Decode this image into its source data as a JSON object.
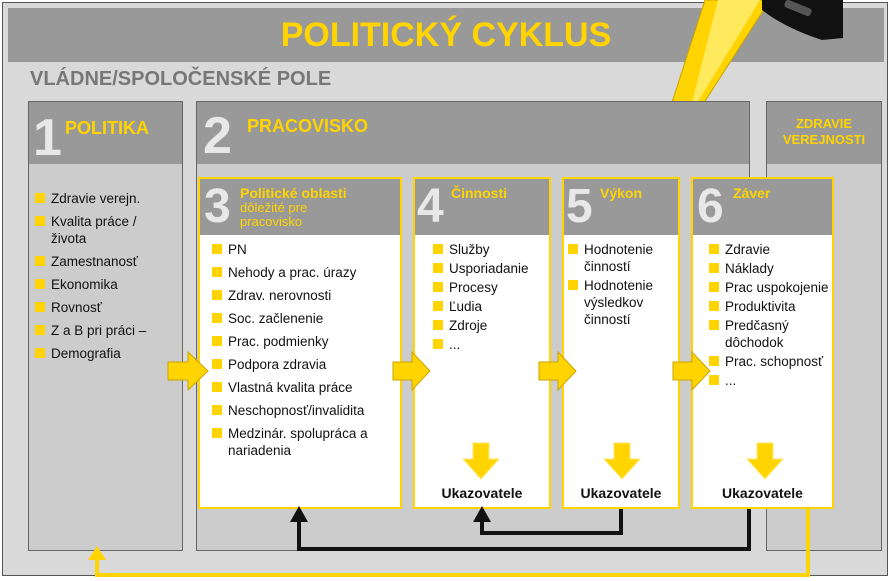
{
  "title": "POLITICKÝ CYKLUS",
  "subtitle": "VLÁDNE/SPOLOČENSKÉ POLE",
  "colors": {
    "accent": "#ffd400",
    "header_gray": "#999999",
    "column_gray": "#cccccc",
    "frame_gray": "#d9d9d9"
  },
  "col1": {
    "number": "1",
    "heading": "POLITIKA",
    "items": [
      "Zdravie verejn.",
      "Kvalita práce / života",
      "Zamestnanosť",
      "Ekonomika",
      "Rovnosť",
      "Z a B pri práci –",
      "Demografia"
    ]
  },
  "col2": {
    "number": "2",
    "heading": "PRACOVISKO"
  },
  "col3": {
    "heading": "ZDRAVIE VEREJNOSTI"
  },
  "panel3": {
    "number": "3",
    "title": "Politické oblasti",
    "subtitle": "dôležité pre pracovisko",
    "items": [
      "PN",
      "Nehody a prac. úrazy",
      "Zdrav. nerovnosti",
      "Soc. začlenenie",
      "Prac. podmienky",
      "Podpora zdravia",
      "Vlastná kvalita práce",
      "Neschopnosť/invalidita",
      "Medzinár. spolupráca a nariadenia"
    ]
  },
  "panel4": {
    "number": "4",
    "title": "Činnosti",
    "items": [
      "Služby",
      "Usporiadanie",
      "Procesy",
      "Ľudia",
      "Zdroje",
      "..."
    ],
    "indicator": "Ukazovatele"
  },
  "panel5": {
    "number": "5",
    "title": "Výkon",
    "items": [
      "Hodnotenie činností",
      "Hodnotenie výsledkov činností"
    ],
    "indicator": "Ukazovatele"
  },
  "panel6": {
    "number": "6",
    "title": "Záver",
    "items": [
      "Zdravie",
      "Náklady",
      "Prac uspokojenie",
      "Produktivita",
      "Predčasný dôchodok",
      "Prac. schopnosť",
      "..."
    ],
    "indicator": "Ukazovatele"
  }
}
